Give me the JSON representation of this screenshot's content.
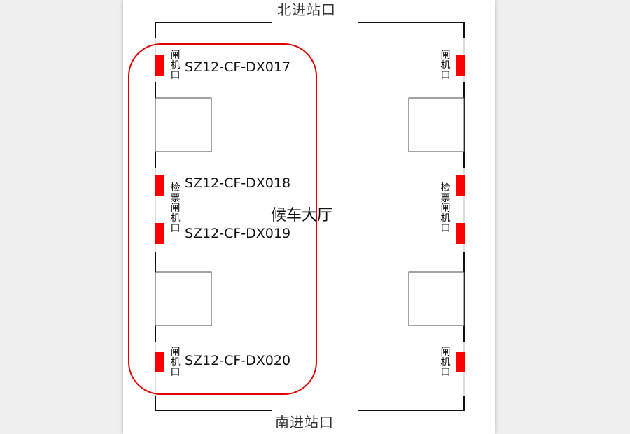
{
  "diagram": {
    "north_entrance": "北进站口",
    "south_entrance": "南进站口",
    "hall_label": "候车大厅",
    "gate_label": "闸机口",
    "ticket_gate_label": "检票闸机口",
    "devices": [
      "SZ12-CF-DX017",
      "SZ12-CF-DX018",
      "SZ12-CF-DX019",
      "SZ12-CF-DX020"
    ],
    "colors": {
      "gate": "#ff0000",
      "highlight": "#e00000",
      "wall": "#111111",
      "box": "#444444"
    }
  }
}
